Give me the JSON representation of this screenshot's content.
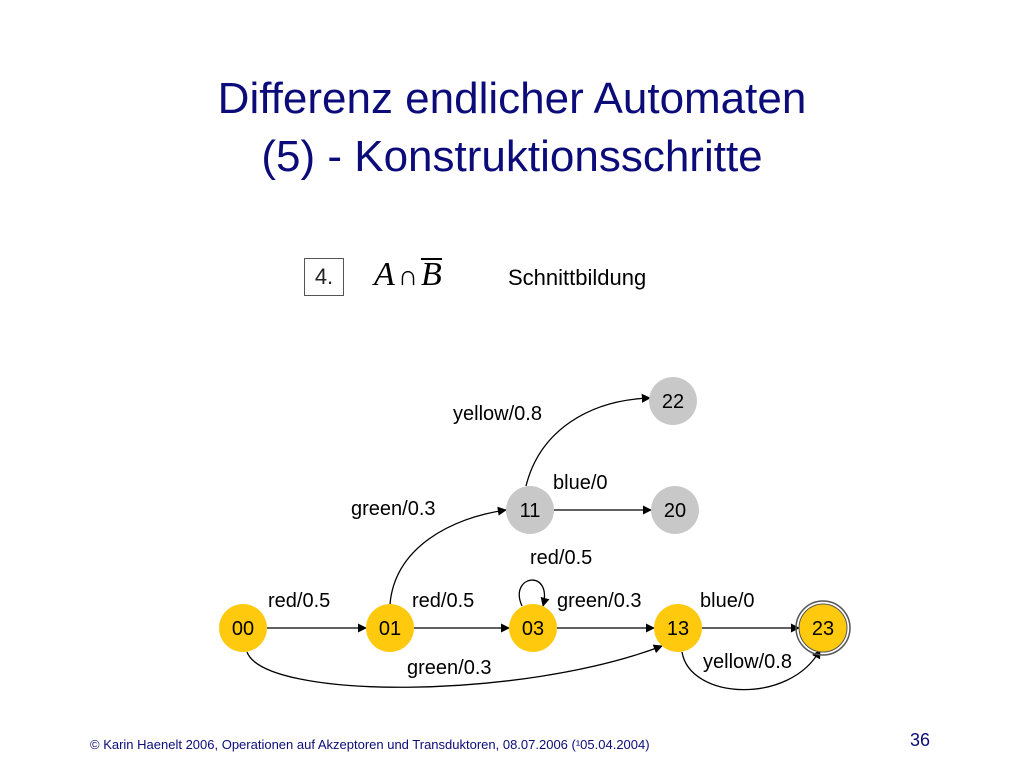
{
  "title": {
    "line1": "Differenz endlicher Automaten",
    "line2": "(5) - Konstruktionsschritte"
  },
  "step": {
    "number": "4.",
    "formula_left": "A",
    "formula_op": "∩",
    "formula_right": "B",
    "label": "Schnittbildung"
  },
  "colors": {
    "title": "#0b0b7a",
    "node_active": "#ffc90e",
    "node_inactive": "#c8c8c8"
  },
  "nodes": [
    {
      "id": "00",
      "label": "00",
      "state": "active"
    },
    {
      "id": "01",
      "label": "01",
      "state": "active"
    },
    {
      "id": "03",
      "label": "03",
      "state": "active"
    },
    {
      "id": "13",
      "label": "13",
      "state": "active"
    },
    {
      "id": "23",
      "label": "23",
      "state": "final"
    },
    {
      "id": "11",
      "label": "11",
      "state": "inactive"
    },
    {
      "id": "20",
      "label": "20",
      "state": "inactive"
    },
    {
      "id": "22",
      "label": "22",
      "state": "inactive"
    }
  ],
  "edges": [
    {
      "from": "00",
      "to": "01",
      "label": "red/0.5"
    },
    {
      "from": "01",
      "to": "03",
      "label": "red/0.5"
    },
    {
      "from": "03",
      "to": "03",
      "label": "red/0.5"
    },
    {
      "from": "03",
      "to": "13",
      "label": "green/0.3"
    },
    {
      "from": "13",
      "to": "23",
      "label": "blue/0"
    },
    {
      "from": "13",
      "to": "23",
      "label": "yellow/0.8"
    },
    {
      "from": "00",
      "to": "13",
      "label": "green/0.3"
    },
    {
      "from": "01",
      "to": "11",
      "label": "green/0.3"
    },
    {
      "from": "11",
      "to": "20",
      "label": "blue/0"
    },
    {
      "from": "11",
      "to": "22",
      "label": "yellow/0.8"
    }
  ],
  "footer": "© Karin Haenelt 2006, Operationen auf Akzeptoren und Transduktoren, 08.07.2006 (¹05.04.2004)",
  "page_number": "36"
}
